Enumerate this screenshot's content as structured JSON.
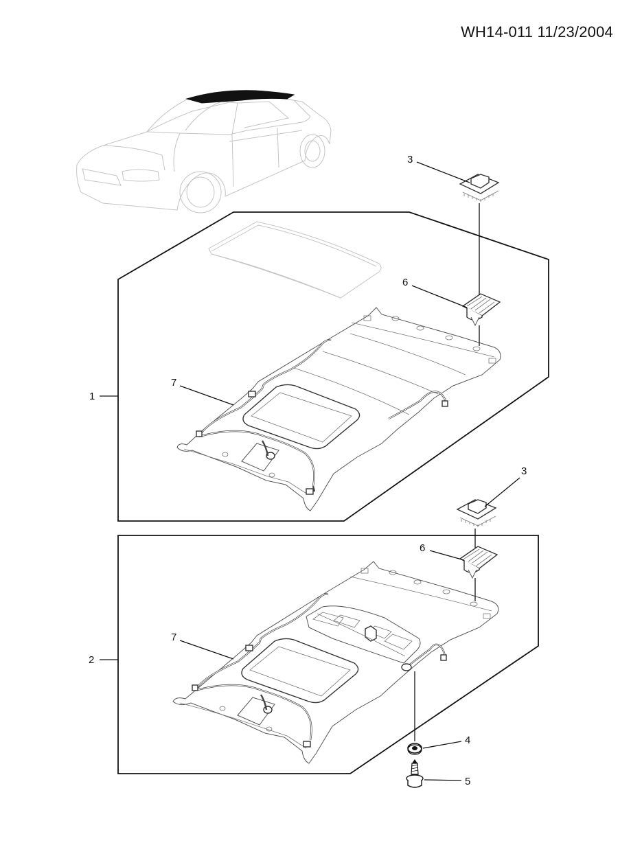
{
  "header": {
    "doc_id": "WH14-011 11/23/2004"
  },
  "callouts": {
    "c1": "1",
    "c2": "2",
    "c3_top": "3",
    "c3_bottom": "3",
    "c4": "4",
    "c5": "5",
    "c6_top": "6",
    "c6_bottom": "6",
    "c7_top": "7",
    "c7_bottom": "7"
  },
  "colors": {
    "line": "#111111",
    "ghost": "#c4c4c4",
    "roof_accent": "#111111"
  },
  "icons": {
    "vehicle": "sedan-outline",
    "roof_highlight": "roof-panel"
  }
}
